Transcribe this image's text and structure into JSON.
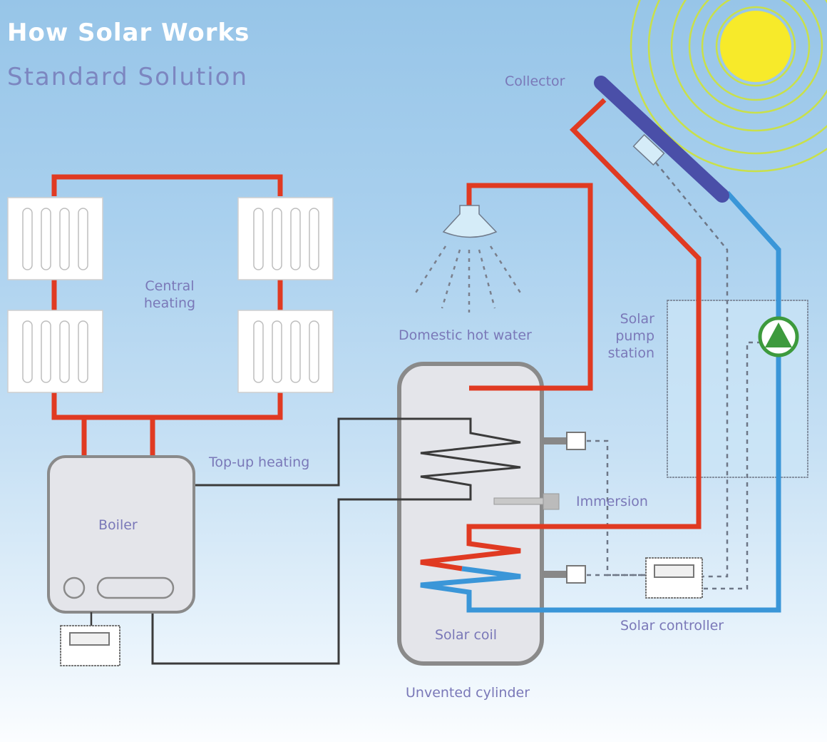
{
  "header": {
    "title": "How Solar Works",
    "subtitle": "Standard Solution"
  },
  "labels": {
    "collector": "Collector",
    "central_heating_line1": "Central",
    "central_heating_line2": "heating",
    "domestic_hot_water": "Domestic hot water",
    "solar_pump_line1": "Solar",
    "solar_pump_line2": "pump",
    "solar_pump_line3": "station",
    "top_up_heating": "Top-up heating",
    "immersion": "Immersion",
    "boiler": "Boiler",
    "solar_coil": "Solar coil",
    "solar_controller": "Solar controller",
    "unvented_cylinder": "Unvented cylinder"
  },
  "colors": {
    "hot_pipe": "#e03a22",
    "cold_pipe": "#3a96d8",
    "heating_pipe": "#3b3b3b",
    "collector": "#4a4fa8",
    "sun": "#f7ea2a",
    "sun_rings": "#c9e04a",
    "pump": "#3d9a3d",
    "label_text": "#7a78b8"
  },
  "components": [
    "collector",
    "sun",
    "radiators",
    "shower",
    "unvented-cylinder",
    "boiler",
    "solar-pump-station",
    "solar-controller",
    "immersion-heater",
    "cylinder-sensor",
    "room-thermostat"
  ]
}
